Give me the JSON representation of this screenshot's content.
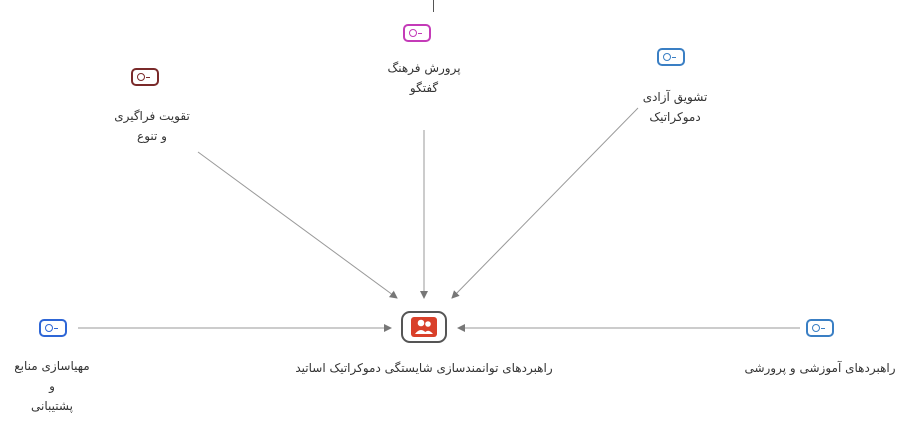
{
  "diagram": {
    "center": {
      "label": "راهبردهای توانمندسازی شایستگی دموکراتیک اساتید",
      "icon": "user-group-icon",
      "color": "#d9402a"
    },
    "codes": [
      {
        "id": "top",
        "lines": [
          "پرورش فرهنگ",
          "گفتگو"
        ],
        "icon": "code-icon",
        "color": "#c43bb8"
      },
      {
        "id": "top-left",
        "lines": [
          "تقویت فراگیری",
          "و تنوع"
        ],
        "icon": "code-icon",
        "color": "#7a2a2a"
      },
      {
        "id": "top-right",
        "lines": [
          "تشویق آزادی",
          "دموکراتیک"
        ],
        "icon": "code-icon",
        "color": "#3a7fc4"
      },
      {
        "id": "left",
        "lines": [
          "مهیاسازی منابع",
          "و",
          "پشتیبانی"
        ],
        "icon": "code-icon",
        "color": "#2e66d6"
      },
      {
        "id": "right",
        "lines": [
          "راهبردهای آموزشی و پرورشی"
        ],
        "icon": "code-icon",
        "color": "#3a7fc4"
      }
    ]
  }
}
